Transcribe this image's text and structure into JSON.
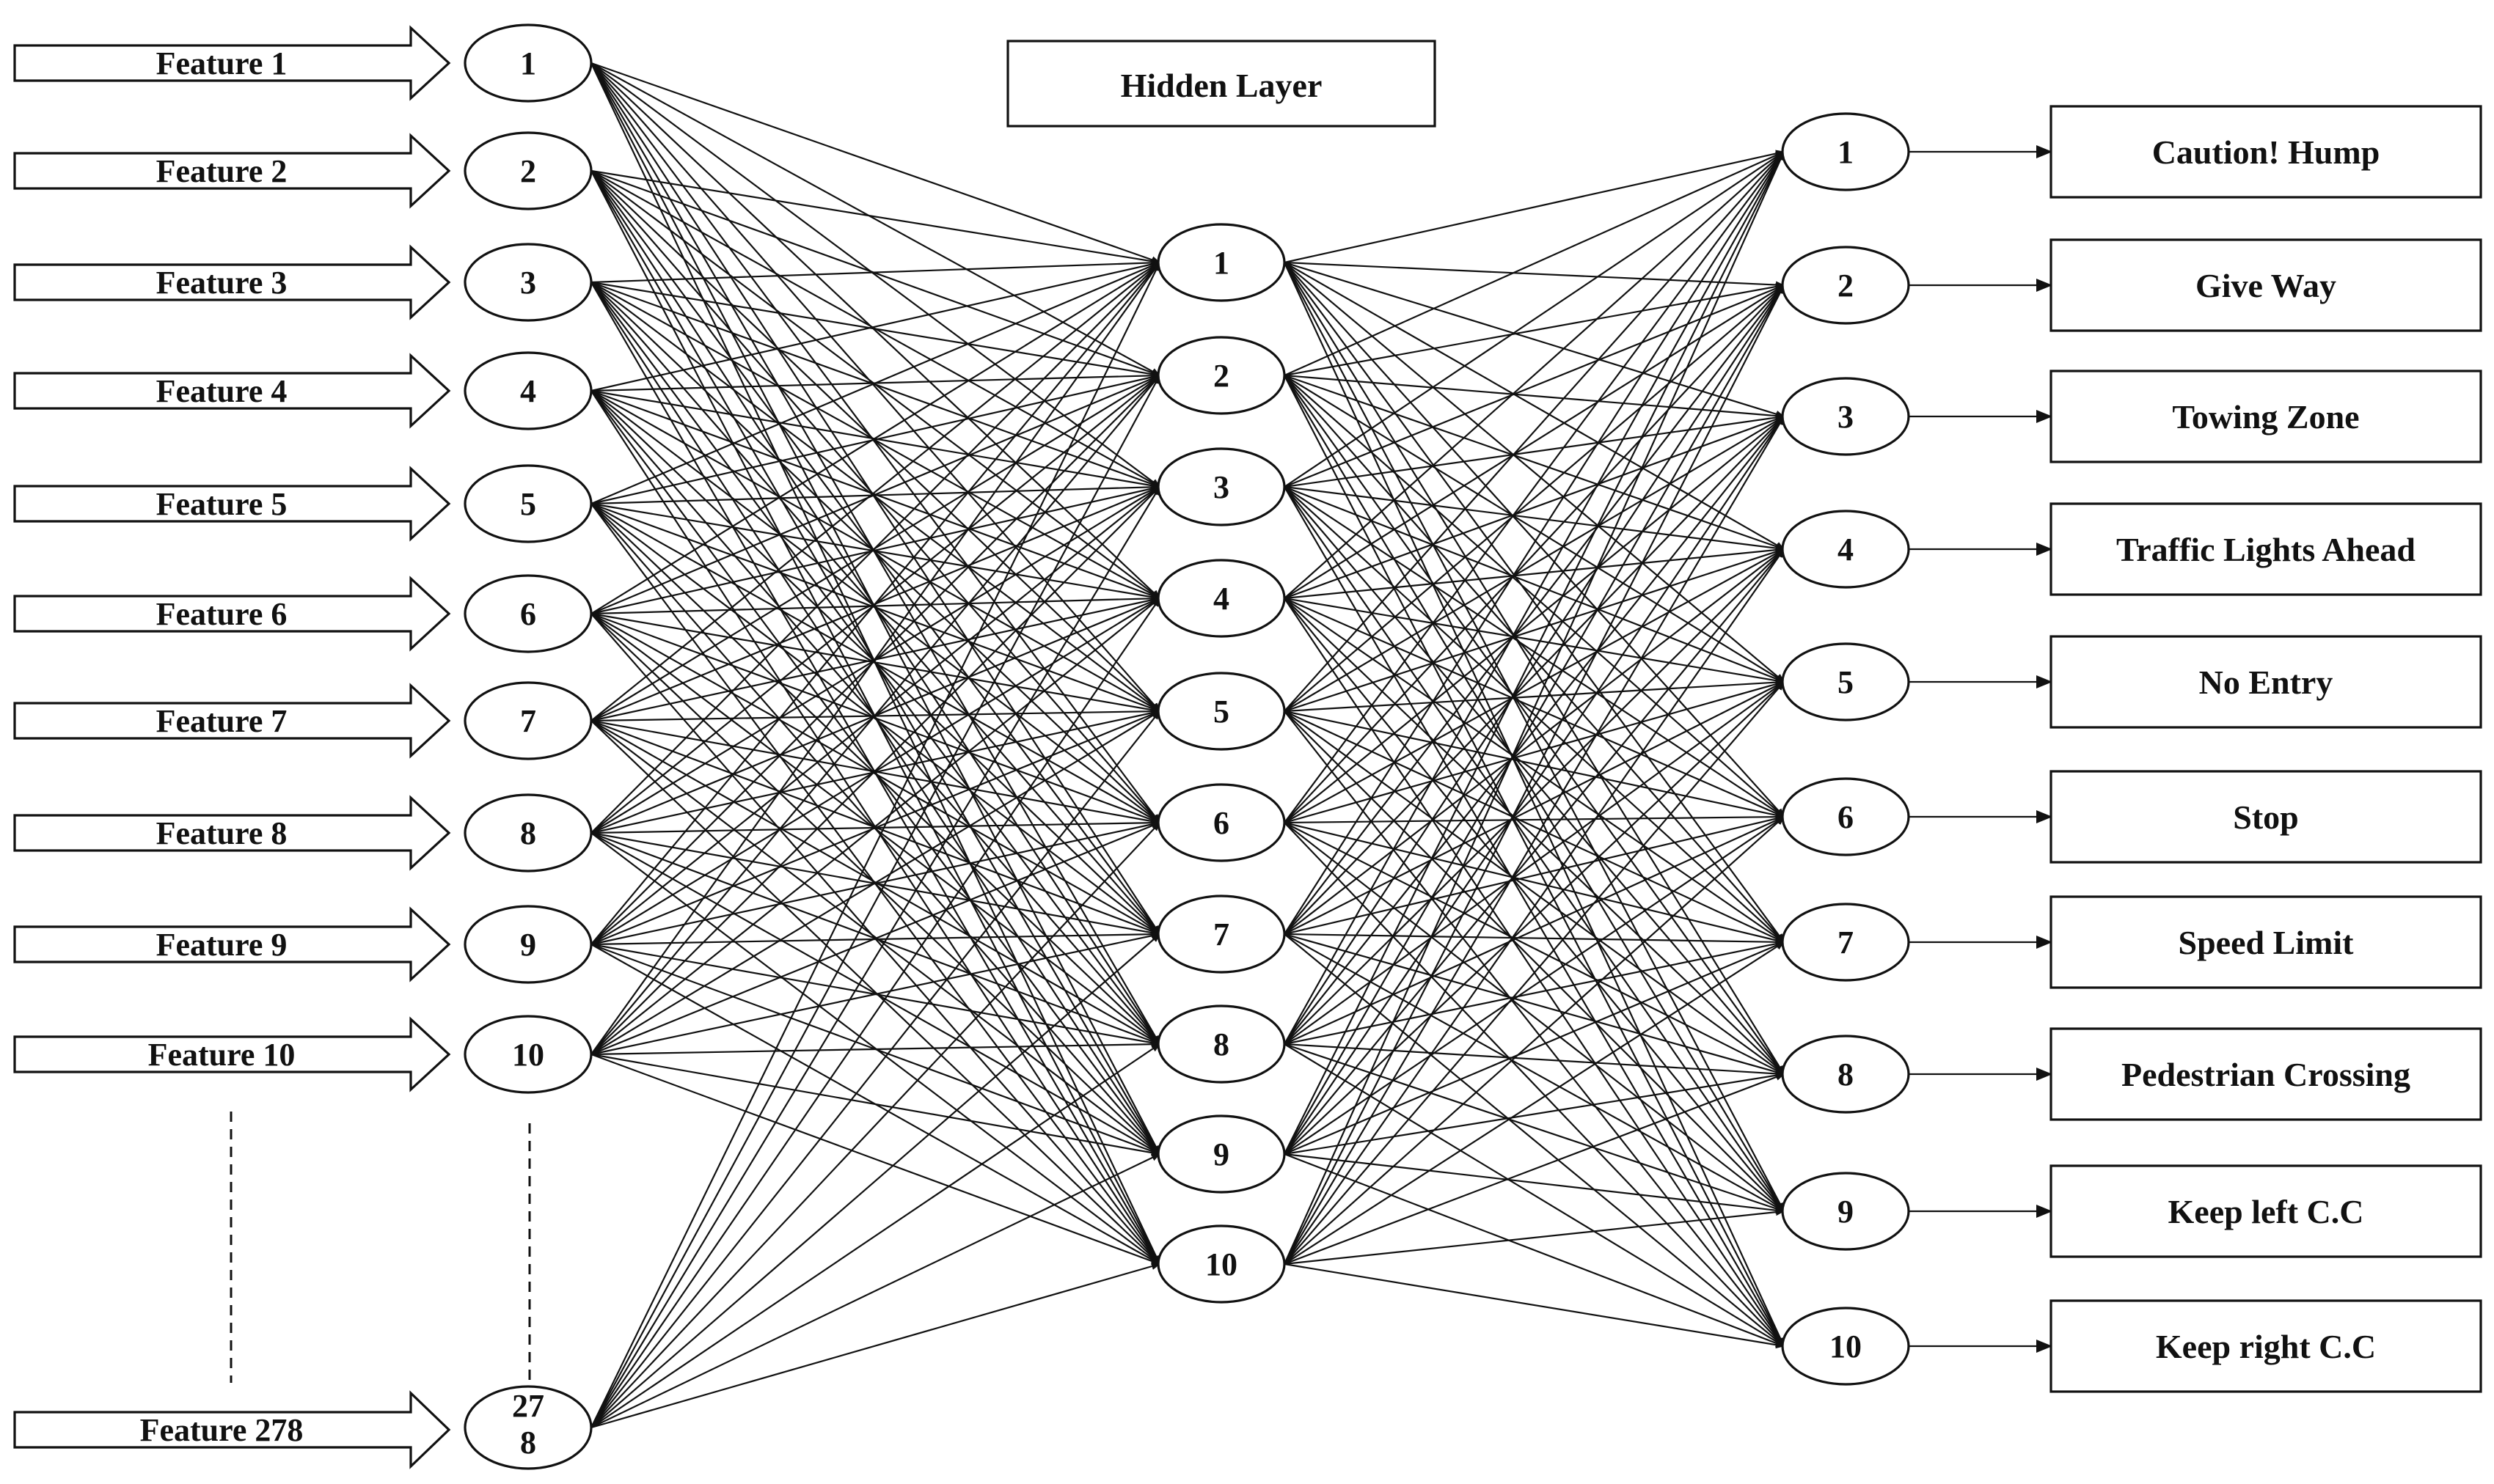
{
  "hidden_layer_title": "Hidden Layer",
  "inputs": [
    {
      "feature": "Feature 1",
      "node": "1"
    },
    {
      "feature": "Feature 2",
      "node": "2"
    },
    {
      "feature": "Feature 3",
      "node": "3"
    },
    {
      "feature": "Feature 4",
      "node": "4"
    },
    {
      "feature": "Feature 5",
      "node": "5"
    },
    {
      "feature": "Feature 6",
      "node": "6"
    },
    {
      "feature": "Feature 7",
      "node": "7"
    },
    {
      "feature": "Feature 8",
      "node": "8"
    },
    {
      "feature": "Feature 9",
      "node": "9"
    },
    {
      "feature": "Feature 10",
      "node": "10"
    }
  ],
  "last_input": {
    "feature": "Feature 278",
    "node_line1": "27",
    "node_line2": "8"
  },
  "hidden_nodes": [
    "1",
    "2",
    "3",
    "4",
    "5",
    "6",
    "7",
    "8",
    "9",
    "10"
  ],
  "outputs": [
    {
      "node": "1",
      "label": "Caution! Hump"
    },
    {
      "node": "2",
      "label": "Give Way"
    },
    {
      "node": "3",
      "label": "Towing Zone"
    },
    {
      "node": "4",
      "label": "Traffic Lights Ahead"
    },
    {
      "node": "5",
      "label": "No Entry"
    },
    {
      "node": "6",
      "label": "Stop"
    },
    {
      "node": "7",
      "label": "Speed Limit"
    },
    {
      "node": "8",
      "label": "Pedestrian Crossing"
    },
    {
      "node": "9",
      "label": "Keep left C.C"
    },
    {
      "node": "10",
      "label": "Keep right C.C"
    }
  ]
}
